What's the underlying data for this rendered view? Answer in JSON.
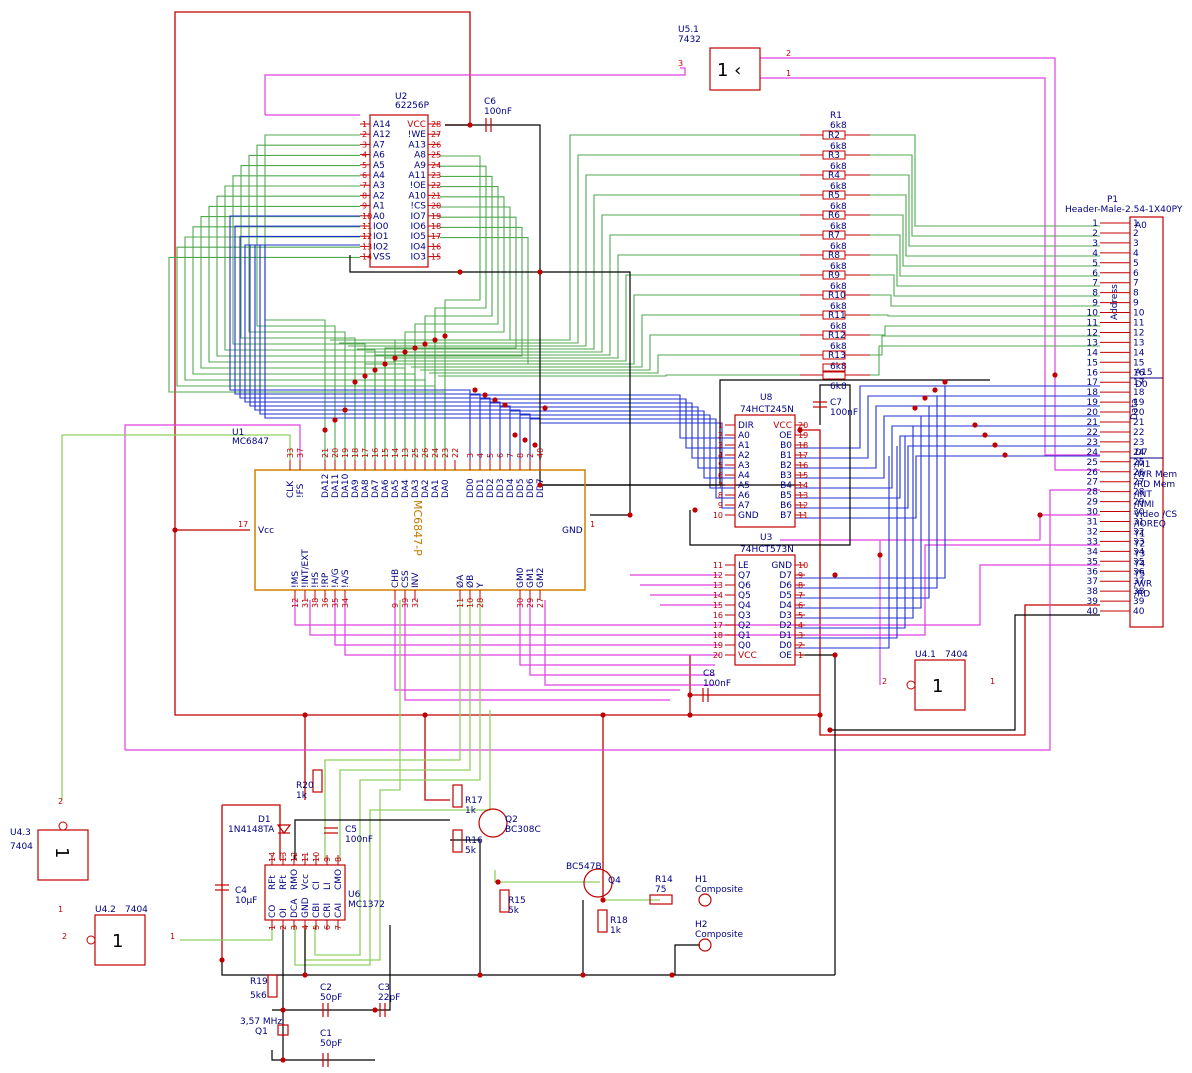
{
  "colors": {
    "red": "#c00000",
    "green": "#50a850",
    "blue": "#2030d0",
    "magenta": "#e040e0",
    "lime": "#90d060",
    "black": "#000000",
    "orange": "#d08000",
    "navy": "#000080"
  },
  "u1": {
    "ref": "U1",
    "value": "MC6847",
    "body": "MC6847-P",
    "vcc": "Vcc",
    "gnd": "GND",
    "vcc_pin": "17",
    "gnd_pin": "1",
    "top_pins": [
      "33",
      "37",
      "21",
      "20",
      "19",
      "18",
      "17",
      "16",
      "15",
      "14",
      "13",
      "25",
      "26",
      "24",
      "23",
      "22",
      "3",
      "4",
      "5",
      "6",
      "7",
      "8",
      "2",
      "40"
    ],
    "top_names": [
      "CLK",
      "!FS",
      "DA12",
      "DA11",
      "DA10",
      "DA9",
      "DA8",
      "DA7",
      "DA6",
      "DA5",
      "DA4",
      "DA3",
      "DA2",
      "DA1",
      "DA0",
      "",
      "DD0",
      "DD1",
      "DD2",
      "DD3",
      "DD4",
      "DD5",
      "DD6",
      "DD7"
    ],
    "bot_names": [
      "!MS",
      "!INT/EXT",
      "!HS",
      "!RP",
      "!A/G",
      "!A/S",
      "CHB",
      "CSS",
      "INV",
      "ØA",
      "ØB",
      "Y",
      "GM0",
      "GM1",
      "GM2"
    ],
    "bot_pins": [
      "12",
      "31",
      "38",
      "36",
      "35",
      "34",
      "9",
      "39",
      "32",
      "11",
      "10",
      "28",
      "30",
      "29",
      "27"
    ]
  },
  "u2": {
    "ref": "U2",
    "value": "62256P",
    "left_names": [
      "A14",
      "A12",
      "A7",
      "A6",
      "A5",
      "A4",
      "A3",
      "A2",
      "A1",
      "A0",
      "IO0",
      "IO1",
      "IO2",
      "VSS"
    ],
    "left_pins": [
      "1",
      "2",
      "3",
      "4",
      "5",
      "6",
      "7",
      "8",
      "9",
      "10",
      "11",
      "12",
      "13",
      "14"
    ],
    "right_names": [
      "VCC",
      "!WE",
      "A13",
      "A8",
      "A9",
      "A11",
      "!OE",
      "A10",
      "!CS",
      "IO7",
      "IO6",
      "IO5",
      "IO4",
      "IO3"
    ],
    "right_pins": [
      "28",
      "27",
      "26",
      "25",
      "24",
      "23",
      "22",
      "21",
      "20",
      "19",
      "18",
      "17",
      "16",
      "15"
    ]
  },
  "u8": {
    "ref": "U8",
    "value": "74HCT245N",
    "left_names": [
      "DIR",
      "A0",
      "A1",
      "A2",
      "A3",
      "A4",
      "A5",
      "A6",
      "A7",
      "GND"
    ],
    "left_pins": [
      "1",
      "2",
      "3",
      "4",
      "5",
      "6",
      "7",
      "8",
      "9",
      "10"
    ],
    "right_names": [
      "VCC",
      "OE",
      "B0",
      "B1",
      "B2",
      "B3",
      "B4",
      "B5",
      "B6",
      "B7"
    ],
    "right_pins": [
      "20",
      "19",
      "18",
      "17",
      "16",
      "15",
      "14",
      "13",
      "12",
      "11"
    ]
  },
  "u3": {
    "ref": "U3",
    "value": "74HCT573N",
    "left_names": [
      "LE",
      "Q7",
      "Q6",
      "Q5",
      "Q4",
      "Q3",
      "Q2",
      "Q1",
      "Q0",
      "VCC"
    ],
    "left_pins": [
      "11",
      "12",
      "13",
      "14",
      "15",
      "16",
      "17",
      "18",
      "19",
      "20"
    ],
    "right_names": [
      "GND",
      "D7",
      "D6",
      "D5",
      "D4",
      "D3",
      "D2",
      "D1",
      "D0",
      "OE"
    ],
    "right_pins": [
      "10",
      "9",
      "8",
      "7",
      "6",
      "5",
      "4",
      "3",
      "2",
      "1"
    ]
  },
  "u6": {
    "ref": "U6",
    "value": "MC1372",
    "top_names": [
      "RFt",
      "RFt",
      "RMO",
      "Vcc",
      "CI",
      "LI",
      "CMO"
    ],
    "top_pins": [
      "14",
      "13",
      "12",
      "11",
      "10",
      "9",
      "8"
    ],
    "bot_names": [
      "CO",
      "OI",
      "DCA",
      "GND",
      "CBI",
      "CRI",
      "CAI"
    ],
    "bot_pins": [
      "1",
      "2",
      "3",
      "4",
      "5",
      "6",
      "7"
    ]
  },
  "p1": {
    "ref": "P1",
    "value": "Header-Male-2.54-1X40PY",
    "pins": [
      "1",
      "2",
      "3",
      "4",
      "5",
      "6",
      "7",
      "8",
      "9",
      "10",
      "11",
      "12",
      "13",
      "14",
      "15",
      "16",
      "17",
      "18",
      "19",
      "20",
      "21",
      "22",
      "23",
      "24",
      "25",
      "26",
      "27",
      "28",
      "29",
      "30",
      "31",
      "32",
      "33",
      "34",
      "35",
      "36",
      "37",
      "38",
      "39",
      "40"
    ],
    "labels": [
      "/M1",
      "/WR Mem",
      "/RD Mem",
      "/INT",
      "/NMI",
      "Video /CS",
      "/IOREQ",
      "Y1",
      "Y2",
      "Y3",
      "Y4",
      "Y5",
      "/WR",
      "/RD"
    ],
    "a0": "A0",
    "a15": "A15",
    "d0": "D0",
    "d7": "D7",
    "address": "Address",
    "data": "Data"
  },
  "resistors": {
    "r1_ref": "R1",
    "value": "6k8",
    "refs": [
      "R2",
      "R3",
      "R4",
      "R5",
      "R6",
      "R7",
      "R8",
      "R9",
      "R10",
      "R11",
      "R12",
      "R13"
    ]
  },
  "gates": {
    "u51_ref": "U5.1",
    "u51_value": "7432",
    "u51_sym": "1 ‹",
    "u41_ref": "U4.1",
    "u41_value": "7404",
    "u42_ref": "U4.2",
    "u42_value": "7404",
    "u43_ref": "U4.3",
    "u43_value": "7404",
    "sym": "1",
    "u51_pins": [
      "3",
      "2",
      "1"
    ],
    "u41_pins": [
      "2",
      "1"
    ],
    "u42_pins": [
      "2",
      "1"
    ],
    "u43_pins": [
      "2",
      "1"
    ]
  },
  "parts": {
    "c6_ref": "C6",
    "c6_val": "100nF",
    "c7_ref": "C7",
    "c7_val": "100nF",
    "c8_ref": "C8",
    "c8_val": "100nF",
    "c5_ref": "C5",
    "c5_val": "100nF",
    "c4_ref": "C4",
    "c4_val": "10µF",
    "c2_ref": "C2",
    "c2_val": "50pF",
    "c3_ref": "C3",
    "c3_val": "22pF",
    "c1_ref": "C1",
    "c1_val": "50pF",
    "r20_ref": "R20",
    "r20_val": "1k",
    "r17_ref": "R17",
    "r17_val": "1k",
    "r16_ref": "R16",
    "r16_val": "5k",
    "r15_ref": "R15",
    "r15_val": "5k",
    "r14_ref": "R14",
    "r14_val": "75",
    "r18_ref": "R18",
    "r18_val": "1k",
    "r19_ref": "R19",
    "r19_val": "5k6",
    "d1_ref": "D1",
    "d1_val": "1N4148TA",
    "q2_ref": "Q2",
    "q2_val": "BC308C",
    "q4_ref": "Q4",
    "q4_val": "BC547B",
    "q1_ref": "Q1",
    "q1_val": "3,57 MHz",
    "h1_ref": "H1",
    "h1_val": "Composite",
    "h2_ref": "H2",
    "h2_val": "Composite"
  }
}
